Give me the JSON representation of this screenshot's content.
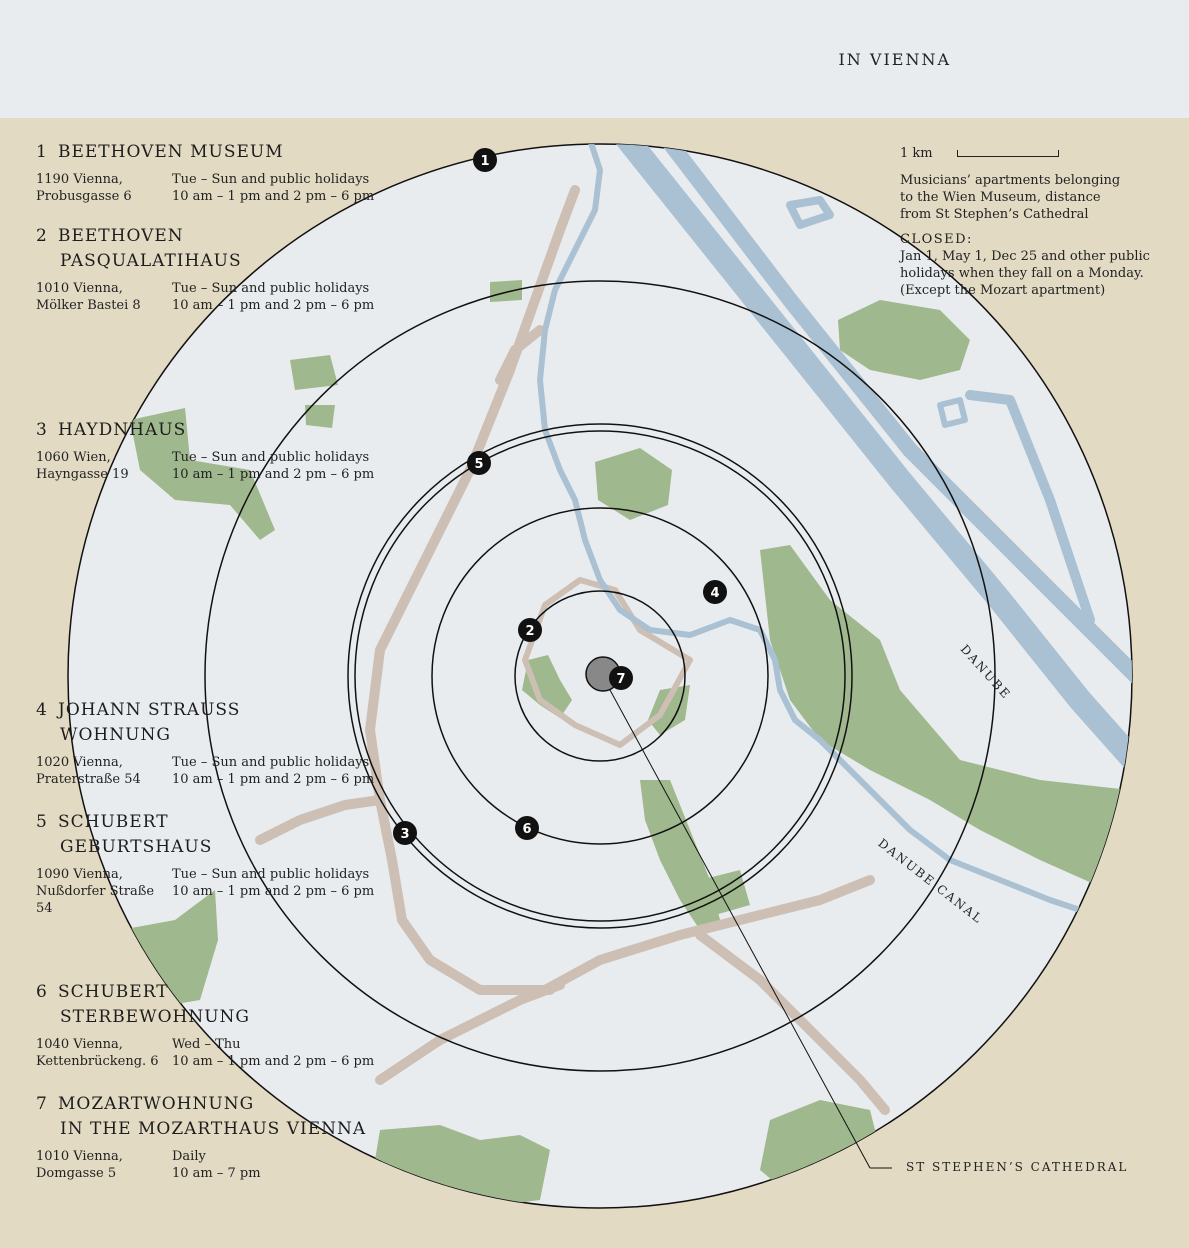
{
  "header": {
    "title": "IN VIENNA"
  },
  "entries": [
    {
      "num": "1",
      "title_line1": "BEETHOVEN MUSEUM",
      "title_line2": "",
      "addr_line1": "1190 Vienna,",
      "addr_line2": "Probusgasse 6",
      "days": "Tue – Sun and public holidays",
      "hours": "10 am – 1 pm and 2 pm – 6 pm"
    },
    {
      "num": "2",
      "title_line1": "BEETHOVEN",
      "title_line2": "PASQUALATIHAUS",
      "addr_line1": "1010 Vienna,",
      "addr_line2": "Mölker Bastei 8",
      "days": "Tue – Sun and public holidays",
      "hours": "10 am – 1 pm and 2 pm – 6 pm"
    },
    {
      "num": "3",
      "title_line1": "HAYDNHAUS",
      "title_line2": "",
      "addr_line1": "1060 Wien,",
      "addr_line2": "Hayngasse 19",
      "days": "Tue – Sun and public holidays",
      "hours": "10 am – 1 pm and 2 pm – 6 pm"
    },
    {
      "num": "4",
      "title_line1": "JOHANN STRAUSS",
      "title_line2": "WOHNUNG",
      "addr_line1": "1020 Vienna,",
      "addr_line2": "Praterstraße 54",
      "days": "Tue – Sun and public holidays",
      "hours": "10 am – 1 pm and 2 pm – 6 pm"
    },
    {
      "num": "5",
      "title_line1": "SCHUBERT",
      "title_line2": "GEBURTSHAUS",
      "addr_line1": "1090 Vienna,",
      "addr_line2": "Nußdorfer Straße 54",
      "days": "Tue – Sun and public holidays",
      "hours": "10 am – 1 pm and 2 pm – 6 pm"
    },
    {
      "num": "6",
      "title_line1": "SCHUBERT",
      "title_line2": "STERBEWOHNUNG",
      "addr_line1": "1040 Vienna,",
      "addr_line2": "Kettenbrückeng. 6",
      "days": "Wed – Thu",
      "hours": "10 am – 1 pm and 2 pm – 6 pm"
    },
    {
      "num": "7",
      "title_line1": "MOZARTWOHNUNG",
      "title_line2": "IN THE MOZARTHAUS VIENNA",
      "addr_line1": "1010 Vienna,",
      "addr_line2": "Domgasse 5",
      "days": "Daily",
      "hours": "10 am – 7 pm"
    }
  ],
  "legend": {
    "scale_label": "1 km",
    "description": "Musicians’ apartments belonging to the Wien Museum, distance from St Stephen’s Cathedral",
    "closed_heading": "CLOSED:",
    "closed_text": "Jan 1, May 1, Dec 25 and other public holidays when they fall on a Monday. (Except the Mozart apartment)"
  },
  "map_labels": {
    "danube": "DANUBE",
    "danube_canal": "DANUBE CANAL",
    "cathedral": "ST STEPHEN’S CATHEDRAL"
  },
  "markers": [
    "1",
    "2",
    "3",
    "4",
    "5",
    "6",
    "7"
  ],
  "colors": {
    "background": "#e3dac4",
    "map_circle": "#e9ecef",
    "water": "#a9c1d2",
    "parks": "#9fb88e",
    "roads": "#cdbfb4",
    "marker": "#111111"
  }
}
